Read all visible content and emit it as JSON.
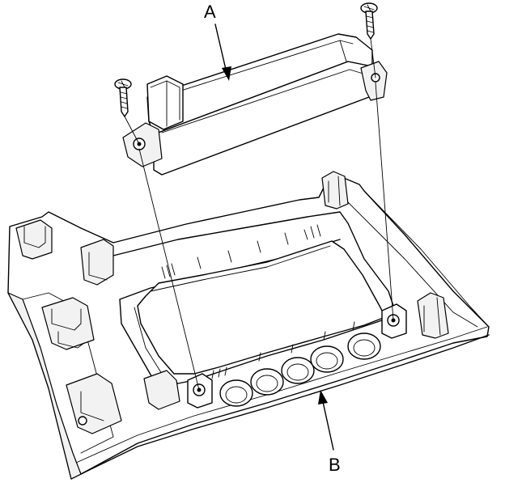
{
  "diagram": {
    "callouts": [
      {
        "id": "A",
        "label": "A"
      },
      {
        "id": "B",
        "label": "B"
      }
    ],
    "colors": {
      "line": "#000000",
      "background": "#ffffff",
      "face_shade": "#f2f2f2"
    },
    "parts": [
      {
        "id": "upper-panel",
        "callout": "A"
      },
      {
        "id": "console-trim-bezel",
        "callout": "B"
      },
      {
        "id": "screw",
        "count": 2
      }
    ]
  }
}
